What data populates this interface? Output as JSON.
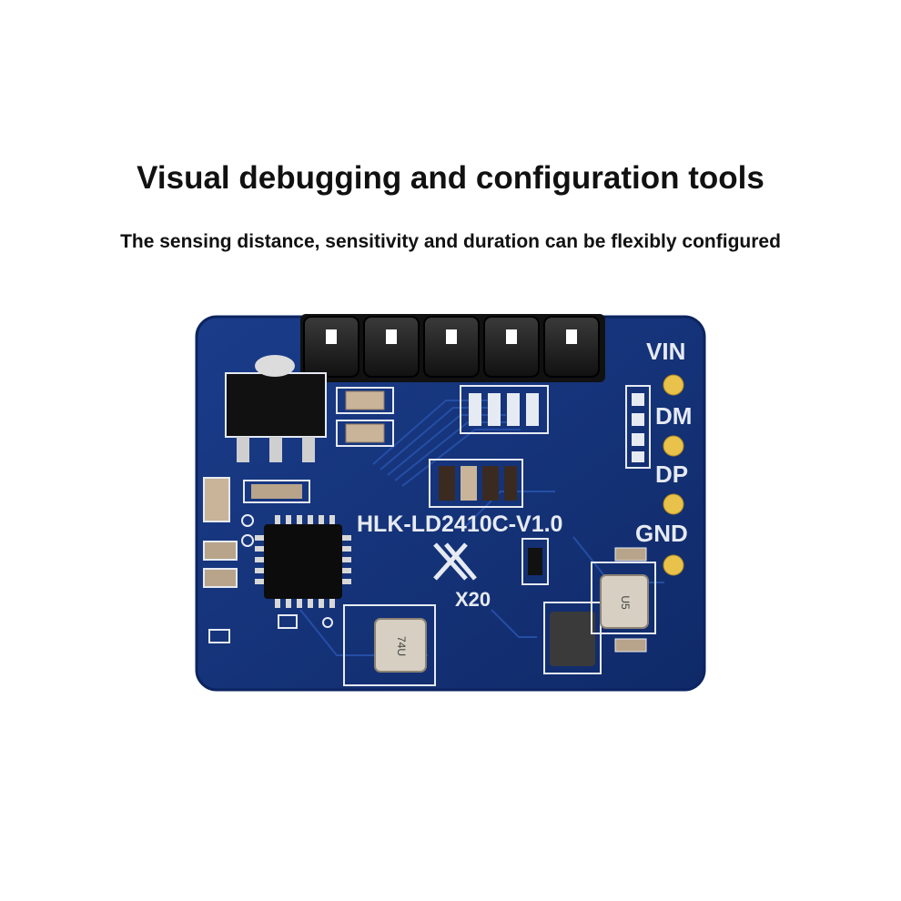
{
  "heading": {
    "title": "Visual debugging and configuration tools",
    "subtitle": "The sensing distance, sensitivity and duration can be flexibly configured"
  },
  "board": {
    "model": "HLK-LD2410C-V1.0",
    "marking": "X20",
    "pin_labels": [
      "VIN",
      "DM",
      "DP",
      "GND"
    ],
    "chip_label_1": "74U",
    "chip_label_2": "U5",
    "colors": {
      "pcb": "#14337a",
      "pcb_edge": "#0c2460",
      "silkscreen": "#e6eaf2",
      "header": "#1a1a1a",
      "pad": "#e8c24a"
    }
  }
}
